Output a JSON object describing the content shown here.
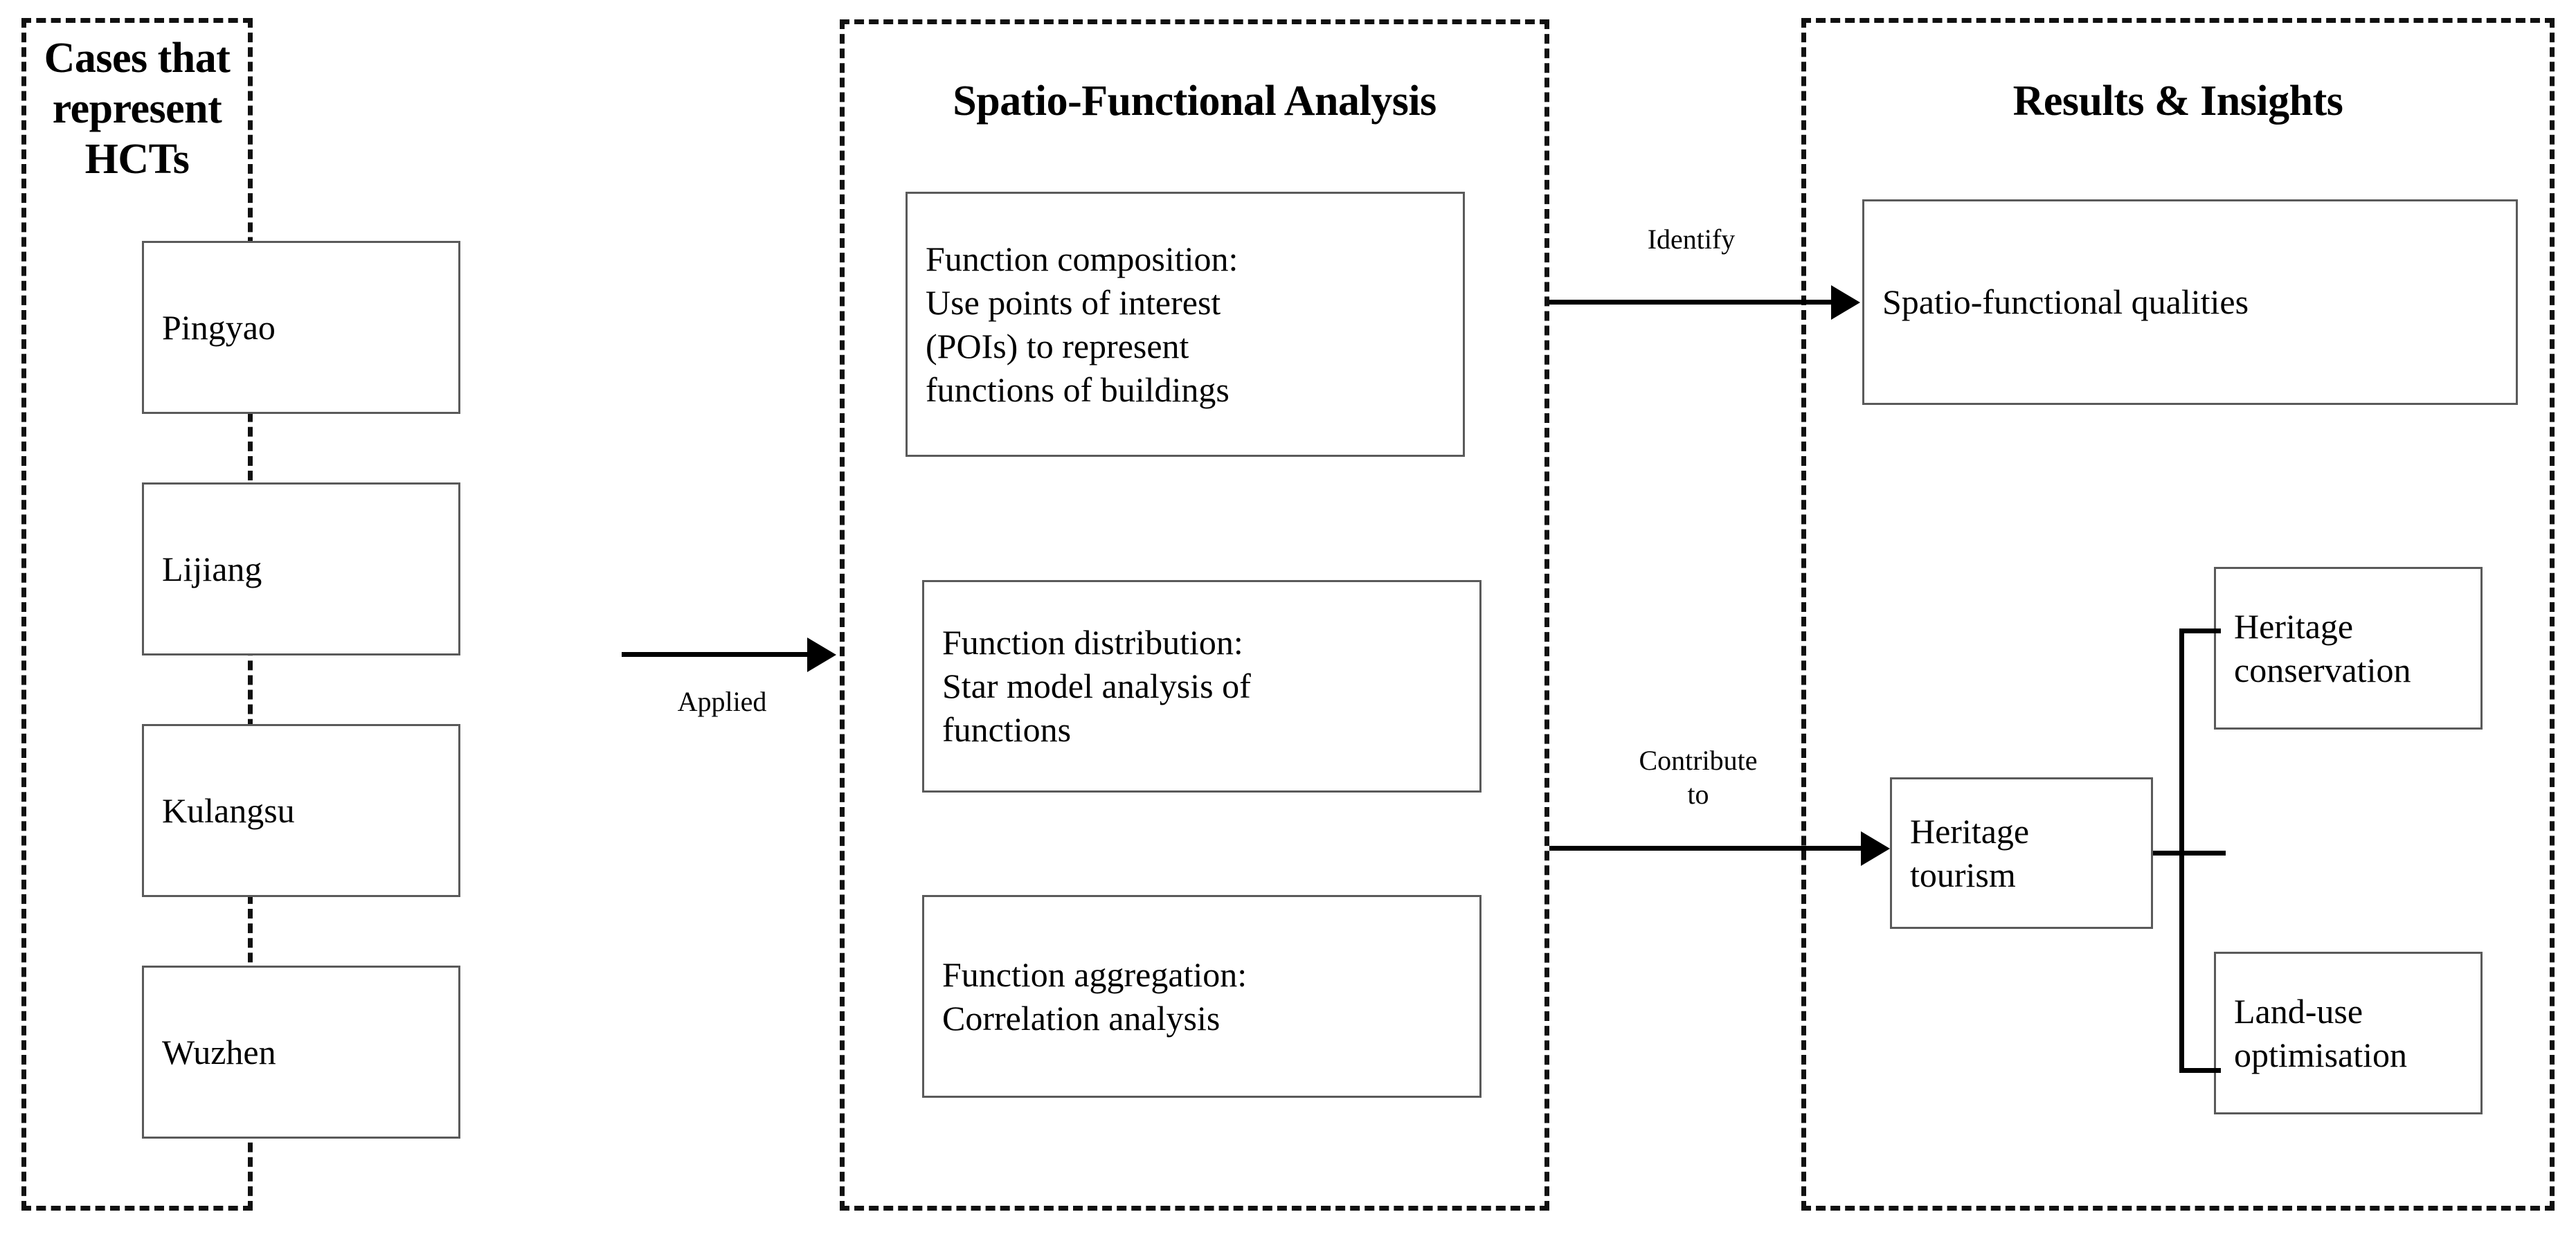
{
  "diagram": {
    "panels": [
      {
        "id": "cases",
        "title": "Cases that\nrepresent HCTs",
        "items": [
          {
            "label": "Pingyao"
          },
          {
            "label": "Lijiang"
          },
          {
            "label": "Kulangsu"
          },
          {
            "label": "Wuzhen"
          }
        ]
      },
      {
        "id": "analysis",
        "title": "Spatio-Functional Analysis",
        "items": [
          {
            "label": "Function composition:\nUse points of interest\n(POIs) to represent\nfunctions of buildings"
          },
          {
            "label": "Function distribution:\nStar model analysis of\nfunctions"
          },
          {
            "label": "Function aggregation:\nCorrelation analysis"
          }
        ]
      },
      {
        "id": "results",
        "title": "Results & Insights",
        "items": [
          {
            "label": "Spatio-functional qualities"
          },
          {
            "label": "Heritage\ntourism"
          },
          {
            "label": "Heritage\nconservation"
          },
          {
            "label": "Land-use\noptimisation"
          }
        ]
      }
    ],
    "arrows": [
      {
        "id": "applied",
        "label": "Applied"
      },
      {
        "id": "identify",
        "label": "Identify"
      },
      {
        "id": "contribute",
        "label": "Contribute\nto"
      }
    ],
    "colors": {
      "panel_border": "#111111",
      "node_border": "#5a5a5a",
      "ink": "#000000",
      "background": "#ffffff"
    }
  }
}
